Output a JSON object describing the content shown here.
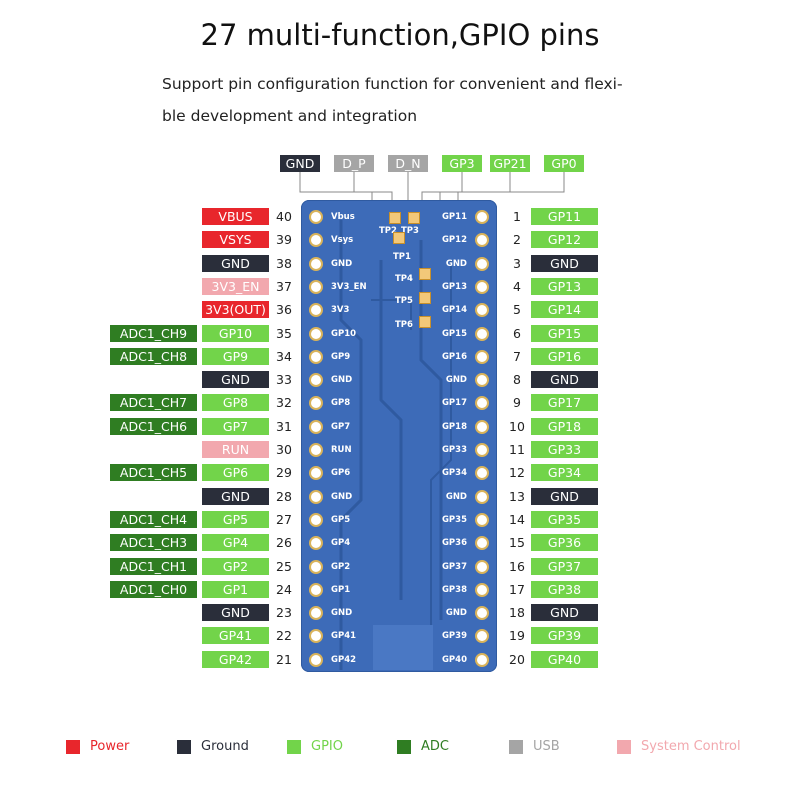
{
  "title": "27 multi-function,GPIO pins",
  "subtitle_line1": "Support pin configuration function for convenient and flexi-",
  "subtitle_line2": "ble development and integration",
  "colors": {
    "power": "#e8262c",
    "ground": "#2a2e3a",
    "gpio": "#72d44a",
    "adc": "#2f7d22",
    "usb": "#a5a5a5",
    "system": "#f2a8ae"
  },
  "top_labels": [
    {
      "text": "GND",
      "type": "ground"
    },
    {
      "text": "D_P",
      "type": "usb"
    },
    {
      "text": "D_N",
      "type": "usb"
    },
    {
      "text": "GP3",
      "type": "gpio"
    },
    {
      "text": "GP21",
      "type": "gpio"
    },
    {
      "text": "GP0",
      "type": "gpio"
    }
  ],
  "test_points": [
    "TP2",
    "TP3",
    "TP1",
    "TP4",
    "TP5",
    "TP6"
  ],
  "left_pins": [
    {
      "num": "40",
      "silk": "Vbus",
      "labels": [
        {
          "text": "VBUS",
          "type": "power"
        }
      ]
    },
    {
      "num": "39",
      "silk": "Vsys",
      "labels": [
        {
          "text": "VSYS",
          "type": "power"
        }
      ]
    },
    {
      "num": "38",
      "silk": "GND",
      "labels": [
        {
          "text": "GND",
          "type": "ground"
        }
      ]
    },
    {
      "num": "37",
      "silk": "3V3_EN",
      "labels": [
        {
          "text": "3V3_EN",
          "type": "system"
        }
      ]
    },
    {
      "num": "36",
      "silk": "3V3",
      "labels": [
        {
          "text": "3V3(OUT)",
          "type": "power"
        }
      ]
    },
    {
      "num": "35",
      "silk": "GP10",
      "labels": [
        {
          "text": "GP10",
          "type": "gpio"
        },
        {
          "text": "ADC1_CH9",
          "type": "adc"
        }
      ]
    },
    {
      "num": "34",
      "silk": "GP9",
      "labels": [
        {
          "text": "GP9",
          "type": "gpio"
        },
        {
          "text": "ADC1_CH8",
          "type": "adc"
        }
      ]
    },
    {
      "num": "33",
      "silk": "GND",
      "labels": [
        {
          "text": "GND",
          "type": "ground"
        }
      ]
    },
    {
      "num": "32",
      "silk": "GP8",
      "labels": [
        {
          "text": "GP8",
          "type": "gpio"
        },
        {
          "text": "ADC1_CH7",
          "type": "adc"
        }
      ]
    },
    {
      "num": "31",
      "silk": "GP7",
      "labels": [
        {
          "text": "GP7",
          "type": "gpio"
        },
        {
          "text": "ADC1_CH6",
          "type": "adc"
        }
      ]
    },
    {
      "num": "30",
      "silk": "RUN",
      "labels": [
        {
          "text": "RUN",
          "type": "system"
        }
      ]
    },
    {
      "num": "29",
      "silk": "GP6",
      "labels": [
        {
          "text": "GP6",
          "type": "gpio"
        },
        {
          "text": "ADC1_CH5",
          "type": "adc"
        }
      ]
    },
    {
      "num": "28",
      "silk": "GND",
      "labels": [
        {
          "text": "GND",
          "type": "ground"
        }
      ]
    },
    {
      "num": "27",
      "silk": "GP5",
      "labels": [
        {
          "text": "GP5",
          "type": "gpio"
        },
        {
          "text": "ADC1_CH4",
          "type": "adc"
        }
      ]
    },
    {
      "num": "26",
      "silk": "GP4",
      "labels": [
        {
          "text": "GP4",
          "type": "gpio"
        },
        {
          "text": "ADC1_CH3",
          "type": "adc"
        }
      ]
    },
    {
      "num": "25",
      "silk": "GP2",
      "labels": [
        {
          "text": "GP2",
          "type": "gpio"
        },
        {
          "text": "ADC1_CH1",
          "type": "adc"
        }
      ]
    },
    {
      "num": "24",
      "silk": "GP1",
      "labels": [
        {
          "text": "GP1",
          "type": "gpio"
        },
        {
          "text": "ADC1_CH0",
          "type": "adc"
        }
      ]
    },
    {
      "num": "23",
      "silk": "GND",
      "labels": [
        {
          "text": "GND",
          "type": "ground"
        }
      ]
    },
    {
      "num": "22",
      "silk": "GP41",
      "labels": [
        {
          "text": "GP41",
          "type": "gpio"
        }
      ]
    },
    {
      "num": "21",
      "silk": "GP42",
      "labels": [
        {
          "text": "GP42",
          "type": "gpio"
        }
      ]
    }
  ],
  "right_pins": [
    {
      "num": "1",
      "silk": "GP11",
      "labels": [
        {
          "text": "GP11",
          "type": "gpio"
        }
      ]
    },
    {
      "num": "2",
      "silk": "GP12",
      "labels": [
        {
          "text": "GP12",
          "type": "gpio"
        }
      ]
    },
    {
      "num": "3",
      "silk": "GND",
      "labels": [
        {
          "text": "GND",
          "type": "ground"
        }
      ]
    },
    {
      "num": "4",
      "silk": "GP13",
      "labels": [
        {
          "text": "GP13",
          "type": "gpio"
        }
      ]
    },
    {
      "num": "5",
      "silk": "GP14",
      "labels": [
        {
          "text": "GP14",
          "type": "gpio"
        }
      ]
    },
    {
      "num": "6",
      "silk": "GP15",
      "labels": [
        {
          "text": "GP15",
          "type": "gpio"
        }
      ]
    },
    {
      "num": "7",
      "silk": "GP16",
      "labels": [
        {
          "text": "GP16",
          "type": "gpio"
        }
      ]
    },
    {
      "num": "8",
      "silk": "GND",
      "labels": [
        {
          "text": "GND",
          "type": "ground"
        }
      ]
    },
    {
      "num": "9",
      "silk": "GP17",
      "labels": [
        {
          "text": "GP17",
          "type": "gpio"
        }
      ]
    },
    {
      "num": "10",
      "silk": "GP18",
      "labels": [
        {
          "text": "GP18",
          "type": "gpio"
        }
      ]
    },
    {
      "num": "11",
      "silk": "GP33",
      "labels": [
        {
          "text": "GP33",
          "type": "gpio"
        }
      ]
    },
    {
      "num": "12",
      "silk": "GP34",
      "labels": [
        {
          "text": "GP34",
          "type": "gpio"
        }
      ]
    },
    {
      "num": "13",
      "silk": "GND",
      "labels": [
        {
          "text": "GND",
          "type": "ground"
        }
      ]
    },
    {
      "num": "14",
      "silk": "GP35",
      "labels": [
        {
          "text": "GP35",
          "type": "gpio"
        }
      ]
    },
    {
      "num": "15",
      "silk": "GP36",
      "labels": [
        {
          "text": "GP36",
          "type": "gpio"
        }
      ]
    },
    {
      "num": "16",
      "silk": "GP37",
      "labels": [
        {
          "text": "GP37",
          "type": "gpio"
        }
      ]
    },
    {
      "num": "17",
      "silk": "GP38",
      "labels": [
        {
          "text": "GP38",
          "type": "gpio"
        }
      ]
    },
    {
      "num": "18",
      "silk": "GND",
      "labels": [
        {
          "text": "GND",
          "type": "ground"
        }
      ]
    },
    {
      "num": "19",
      "silk": "GP39",
      "labels": [
        {
          "text": "GP39",
          "type": "gpio"
        }
      ]
    },
    {
      "num": "20",
      "silk": "GP40",
      "labels": [
        {
          "text": "GP40",
          "type": "gpio"
        }
      ]
    }
  ],
  "legend": [
    {
      "text": "Power",
      "type": "power"
    },
    {
      "text": "Ground",
      "type": "ground"
    },
    {
      "text": "GPIO",
      "type": "gpio"
    },
    {
      "text": "ADC",
      "type": "adc"
    },
    {
      "text": "USB",
      "type": "usb"
    },
    {
      "text": "System Control",
      "type": "system"
    }
  ]
}
